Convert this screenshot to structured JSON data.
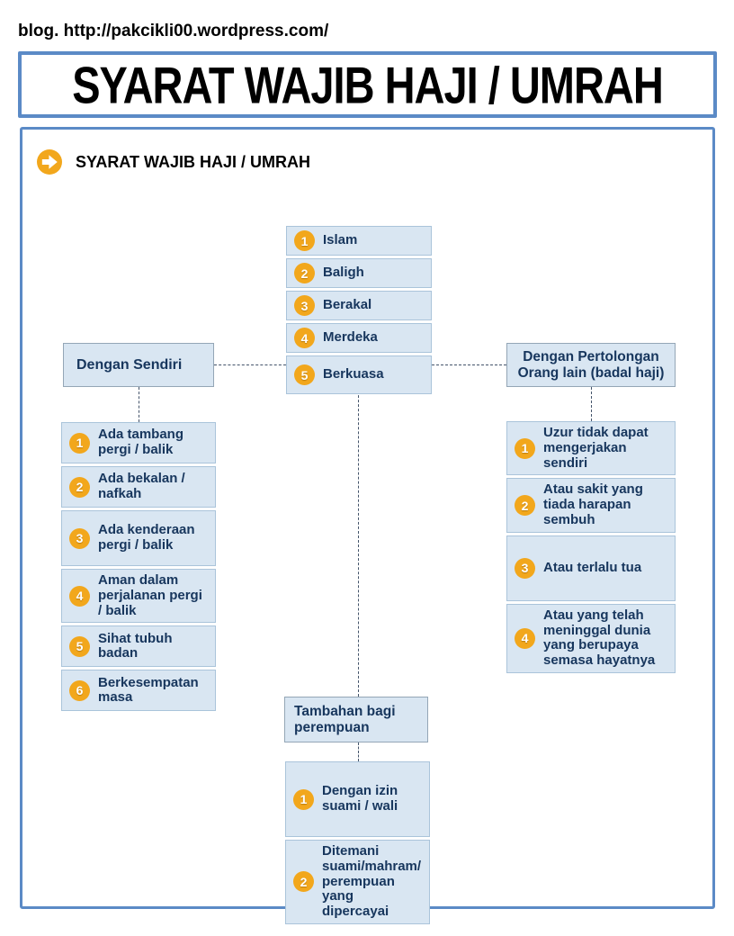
{
  "header": {
    "blog_line": "blog. http://pakcikli00.wordpress.com/",
    "title": "SYARAT WAJIB HAJI / UMRAH"
  },
  "section": {
    "heading": "SYARAT WAJIB HAJI / UMRAH",
    "arrow_icon": "right-arrow-circle"
  },
  "colors": {
    "frame_blue": "#5b8ac6",
    "cell_fill": "#d9e6f2",
    "cell_border": "#aac4da",
    "header_border": "#94a6b6",
    "badge_orange": "#f2a71c",
    "text_navy": "#17365d",
    "connector_gray": "#44546a"
  },
  "core_conditions": {
    "items": [
      {
        "num": "1",
        "label": "Islam"
      },
      {
        "num": "2",
        "label": "Baligh"
      },
      {
        "num": "3",
        "label": "Berakal"
      },
      {
        "num": "4",
        "label": "Merdeka"
      },
      {
        "num": "5",
        "label": "Berkuasa"
      }
    ]
  },
  "left_branch": {
    "header": "Dengan Sendiri",
    "items": [
      {
        "num": "1",
        "label": "Ada tambang pergi / balik"
      },
      {
        "num": "2",
        "label": "Ada bekalan / nafkah"
      },
      {
        "num": "3",
        "label": "Ada kenderaan pergi / balik"
      },
      {
        "num": "4",
        "label": "Aman dalam perjalanan pergi / balik"
      },
      {
        "num": "5",
        "label": "Sihat tubuh badan"
      },
      {
        "num": "6",
        "label": "Berkesempatan masa"
      }
    ]
  },
  "right_branch": {
    "header": "Dengan Pertolongan Orang lain (badal haji)",
    "items": [
      {
        "num": "1",
        "label": "Uzur tidak dapat mengerjakan sendiri"
      },
      {
        "num": "2",
        "label": "Atau sakit yang tiada harapan sembuh"
      },
      {
        "num": "3",
        "label": "Atau terlalu tua"
      },
      {
        "num": "4",
        "label": "Atau yang telah meninggal dunia yang berupaya semasa hayatnya"
      }
    ]
  },
  "bottom_branch": {
    "header": "Tambahan bagi perempuan",
    "items": [
      {
        "num": "1",
        "label": "Dengan izin suami / wali"
      },
      {
        "num": "2",
        "label": "Ditemani suami/mahram/ perempuan yang dipercayai"
      }
    ]
  }
}
